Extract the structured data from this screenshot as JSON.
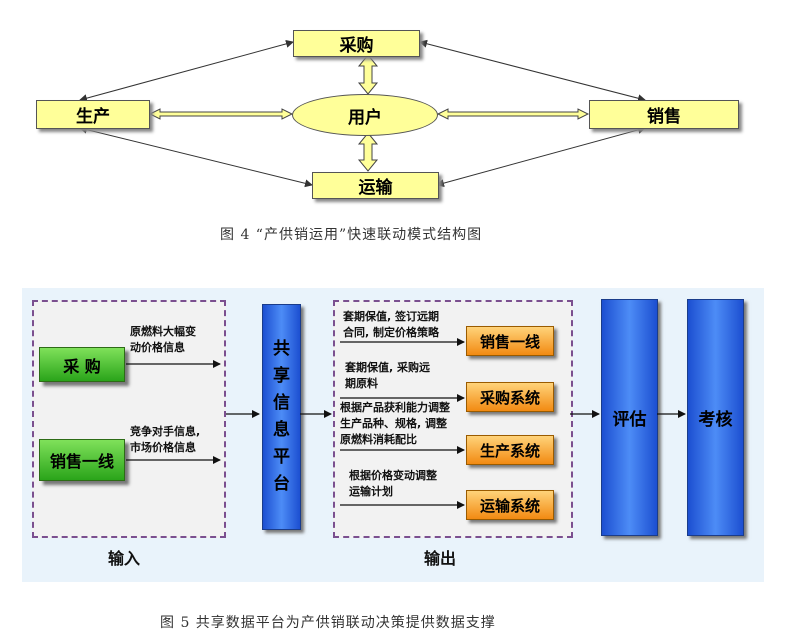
{
  "figure4": {
    "nodes": {
      "procurement": "采购",
      "production": "生产",
      "user": "用户",
      "sales": "销售",
      "transport": "运输"
    },
    "caption": "图 4 “产供销运用”快速联动模式结构图"
  },
  "figure5": {
    "inputs": {
      "procurement_button": "采  购",
      "procurement_note": "原燃料大幅变\n动价格信息",
      "sales_button": "销售一线",
      "sales_note": "竞争对手信息,\n市场价格信息"
    },
    "platform": "共\n享\n信\n息\n平\n台",
    "outputs": {
      "note1": "套期保值, 签订远期\n合同, 制定价格策略",
      "system1": "销售一线",
      "note2": "套期保值, 采购远\n期原料",
      "system2": "采购系统",
      "note3": "根据产品获利能力调整\n生产品种、规格, 调整\n原燃料消耗配比",
      "system3": "生产系统",
      "note4": "根据价格变动调整\n运输计划",
      "system4": "运输系统"
    },
    "evaluate": "评估",
    "assess": "考核",
    "input_label": "输入",
    "output_label": "输出",
    "caption": "图 5  共享数据平台为产供销联动决策提供数据支撑"
  }
}
